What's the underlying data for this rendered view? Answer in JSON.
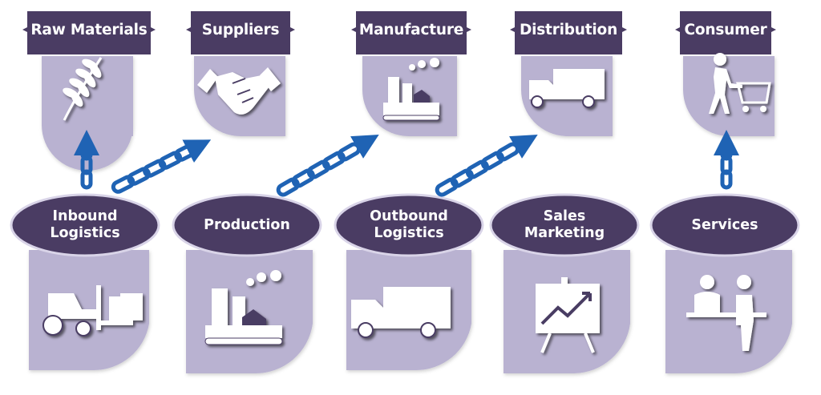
{
  "top_row": [
    {
      "label": "Raw Materials",
      "icon": "wheat-icon"
    },
    {
      "label": "Suppliers",
      "icon": "handshake-icon"
    },
    {
      "label": "Manufacture",
      "icon": "factory-icon"
    },
    {
      "label": "Distribution",
      "icon": "truck-icon"
    },
    {
      "label": "Consumer",
      "icon": "shopping-cart-person-icon"
    }
  ],
  "bottom_row": [
    {
      "label": "Inbound\nLogistics",
      "icon": "forklift-icon"
    },
    {
      "label": "Production",
      "icon": "factory-icon"
    },
    {
      "label": "Outbound\nLogistics",
      "icon": "truck-icon"
    },
    {
      "label": "Sales\nMarketing",
      "icon": "presentation-chart-icon"
    },
    {
      "label": "Services",
      "icon": "service-desk-icon"
    }
  ],
  "colors": {
    "header_dark": "#4a3c63",
    "panel_light": "#b9b2d1",
    "chain_blue": "#1f63b4",
    "icon_white": "#ffffff"
  }
}
